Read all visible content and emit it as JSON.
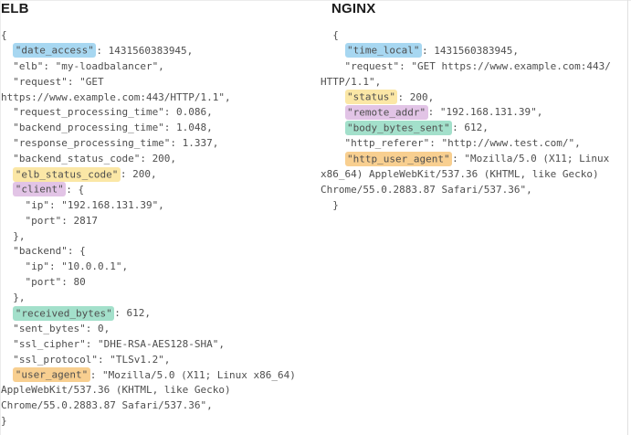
{
  "page": {
    "background": "#ffffff",
    "top_border_color": "#ececec",
    "right_border_color": "#e0e0e0"
  },
  "highlight_colors": {
    "blue": "#a7d7f1",
    "yellow": "#fbe7a6",
    "purple": "#e2c4e6",
    "green": "#a3e0cb",
    "orange": "#f8cf90"
  },
  "panels": [
    {
      "id": "elb",
      "title": "ELB",
      "lines": [
        [
          {
            "t": "{"
          }
        ],
        [
          {
            "t": "  "
          },
          {
            "t": "\"date_access\"",
            "h": "blue"
          },
          {
            "t": ": 1431560383945,"
          }
        ],
        [
          {
            "t": "  \"elb\": \"my-loadbalancer\","
          }
        ],
        [
          {
            "t": "  \"request\": \"GET"
          }
        ],
        [
          {
            "t": "https://www.example.com:443/HTTP/1.1\","
          }
        ],
        [
          {
            "t": "  \"request_processing_time\": 0.086,"
          }
        ],
        [
          {
            "t": "  \"backend_processing_time\": 1.048,"
          }
        ],
        [
          {
            "t": "  \"response_processing_time\": 1.337,"
          }
        ],
        [
          {
            "t": "  \"backend_status_code\": 200,"
          }
        ],
        [
          {
            "t": "  "
          },
          {
            "t": "\"elb_status_code\"",
            "h": "yellow"
          },
          {
            "t": ": 200,"
          }
        ],
        [
          {
            "t": "  "
          },
          {
            "t": "\"client\"",
            "h": "purple"
          },
          {
            "t": ": {"
          }
        ],
        [
          {
            "t": "    \"ip\": \"192.168.131.39\","
          }
        ],
        [
          {
            "t": "    \"port\": 2817"
          }
        ],
        [
          {
            "t": "  },"
          }
        ],
        [
          {
            "t": "  \"backend\": {"
          }
        ],
        [
          {
            "t": "    \"ip\": \"10.0.0.1\","
          }
        ],
        [
          {
            "t": "    \"port\": 80"
          }
        ],
        [
          {
            "t": "  },"
          }
        ],
        [
          {
            "t": "  "
          },
          {
            "t": "\"received_bytes\"",
            "h": "green"
          },
          {
            "t": ": 612,"
          }
        ],
        [
          {
            "t": "  \"sent_bytes\": 0,"
          }
        ],
        [
          {
            "t": "  \"ssl_cipher\": \"DHE-RSA-AES128-SHA\","
          }
        ],
        [
          {
            "t": "  \"ssl_protocol\": \"TLSv1.2\","
          }
        ],
        [
          {
            "t": "  "
          },
          {
            "t": "\"user_agent\"",
            "h": "orange"
          },
          {
            "t": ": \"Mozilla/5.0 (X11; Linux x86_64)"
          }
        ],
        [
          {
            "t": "AppleWebKit/537.36 (KHTML, like Gecko)"
          }
        ],
        [
          {
            "t": "Chrome/55.0.2883.87 Safari/537.36\","
          }
        ],
        [
          {
            "t": "}"
          }
        ]
      ]
    },
    {
      "id": "nginx",
      "title": "NGINX",
      "lines": [
        [
          {
            "t": "  {"
          }
        ],
        [
          {
            "t": "    "
          },
          {
            "t": "\"time_local\"",
            "h": "blue"
          },
          {
            "t": ": 1431560383945,"
          }
        ],
        [
          {
            "t": "    \"request\": \"GET https://www.example.com:443/"
          }
        ],
        [
          {
            "t": "HTTP/1.1\","
          }
        ],
        [
          {
            "t": "    "
          },
          {
            "t": "\"status\"",
            "h": "yellow"
          },
          {
            "t": ": 200,"
          }
        ],
        [
          {
            "t": "    "
          },
          {
            "t": "\"remote_addr\"",
            "h": "purple"
          },
          {
            "t": ": \"192.168.131.39\","
          }
        ],
        [
          {
            "t": "    "
          },
          {
            "t": "\"body_bytes_sent\"",
            "h": "green"
          },
          {
            "t": ": 612,"
          }
        ],
        [
          {
            "t": "    \"http_referer\": \"http://www.test.com/\","
          }
        ],
        [
          {
            "t": "    "
          },
          {
            "t": "\"http_user_agent\"",
            "h": "orange"
          },
          {
            "t": ": \"Mozilla/5.0 (X11; Linux"
          }
        ],
        [
          {
            "t": "x86_64) AppleWebKit/537.36 (KHTML, like Gecko)"
          }
        ],
        [
          {
            "t": "Chrome/55.0.2883.87 Safari/537.36\","
          }
        ],
        [
          {
            "t": "  }"
          }
        ]
      ]
    }
  ]
}
